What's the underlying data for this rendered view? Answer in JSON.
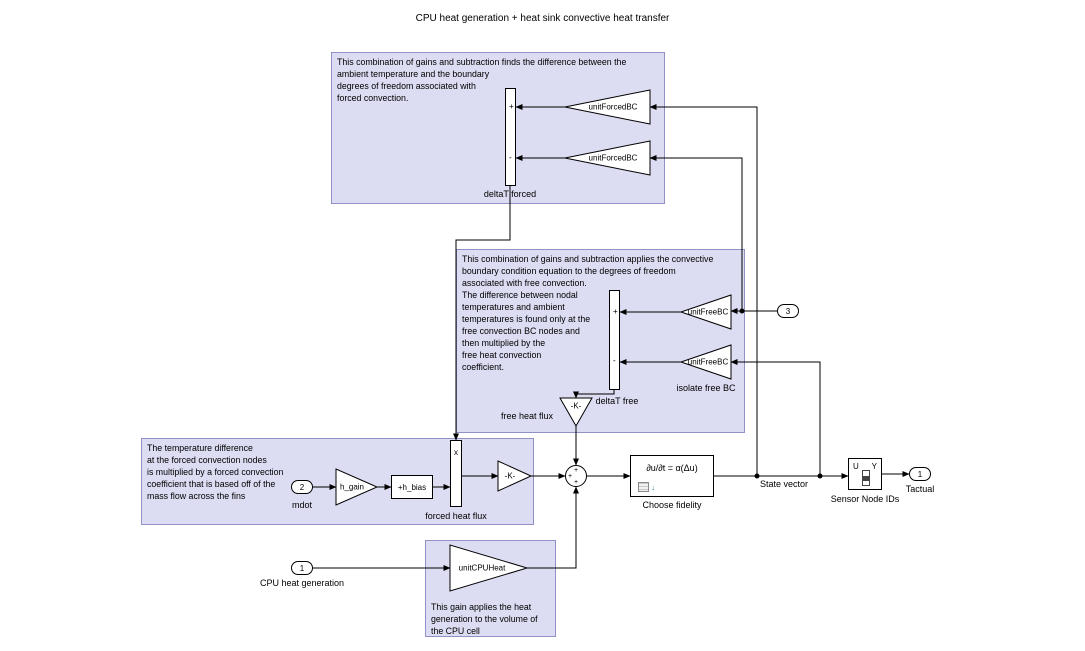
{
  "title": "CPU heat generation + heat sink convective heat transfer",
  "colors": {
    "annotation_fill": "#dcdcf2",
    "annotation_border": "#9191c5",
    "wire": "#000000",
    "block_fill": "#ffffff",
    "block_border": "#000000"
  },
  "annotations": {
    "forced_note": "This combination of gains and subtraction finds the difference between the\nambient temperature and the boundary\ndegrees of freedom associated with\nforced convection.",
    "free_note": "This combination of gains and subtraction applies the convective\nboundary condition equation to the degrees of freedom\nassociated with free convection.\nThe difference between nodal\ntemperatures and ambient\ntemperatures is found only at the\nfree convection BC nodes and\nthen multiplied by the\nfree heat convection\ncoefficient.",
    "temp_diff_note": "The temperature difference\nat the forced convection nodes\nis multiplied by a forced convection\ncoefficient that is based off of the\nmass flow across the fins",
    "cpu_gain_note": "This gain applies the heat\ngeneration to the volume of\nthe CPU cell"
  },
  "blocks": {
    "sum_forced": {
      "plus": "+",
      "minus": "-",
      "label": "deltaT forced"
    },
    "gain_forced_top": {
      "text": "unitForcedBC"
    },
    "gain_forced_bottom": {
      "text": "unitForcedBC"
    },
    "sum_free": {
      "plus": "+",
      "minus": "-",
      "label": "deltaT free"
    },
    "gain_free_top": {
      "text": "unitFreeBC"
    },
    "gain_free_bottom": {
      "text": "unitFreeBC",
      "label": "isolate free BC"
    },
    "gain_free_flux": {
      "text": "-K-",
      "label": "free heat flux"
    },
    "inport_ambient": {
      "number": "3"
    },
    "inport_mdot": {
      "number": "2",
      "label": "mdot"
    },
    "gain_h": {
      "text": "h_gain"
    },
    "bias": {
      "text": "+h_bias"
    },
    "product": {
      "text": "x",
      "label": "forced heat flux"
    },
    "gain_forced_flux": {
      "text": "-K-"
    },
    "sum_main": {
      "sign_left": "+",
      "sign_top": "+",
      "sign_bottom": "+"
    },
    "fidelity": {
      "equation": "∂u/∂t = α(Δu)",
      "label": "Choose fidelity"
    },
    "selector": {
      "u": "U",
      "y": "Y",
      "label": "Sensor Node IDs"
    },
    "outport_t": {
      "number": "1",
      "label": "Tactual"
    },
    "inport_cpu": {
      "number": "1",
      "label": "CPU heat generation"
    },
    "gain_cpu": {
      "text": "unitCPUHeat"
    }
  },
  "wire_labels": {
    "state_vector": "State vector"
  }
}
